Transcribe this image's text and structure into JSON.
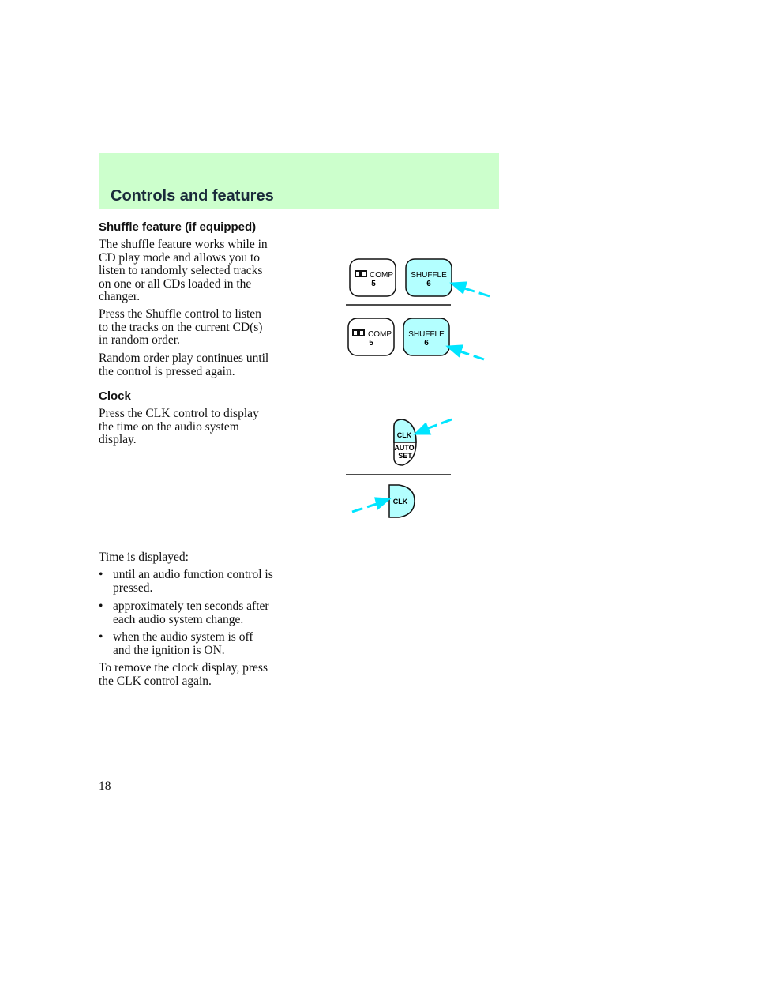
{
  "header": {
    "title": "Controls and features"
  },
  "shuffle": {
    "heading": "Shuffle feature (if equipped)",
    "p1": "The shuffle feature works while in\nCD play mode and allows you to\nlisten to randomly selected tracks\non one or all CDs loaded in the\nchanger.",
    "p2": "Press the Shuffle control to listen\nto the tracks on the current CD(s)\nin random order.",
    "p3": "Random order play continues until\nthe control is pressed again."
  },
  "clock": {
    "heading": "Clock",
    "p1": "Press the CLK control to display\nthe time on the audio system\ndisplay.",
    "intro": "Time is displayed:",
    "bullets": [
      "until an audio function control is\npressed.",
      "approximately ten seconds after\neach audio system change.",
      "when the audio system is off\nand the ignition is ON."
    ],
    "bullet_char": "•",
    "outro": "To remove the clock display, press\nthe CLK control again."
  },
  "diagram": {
    "comp": "COMP",
    "comp_num": "5",
    "shuffle": "SHUFFLE",
    "shuffle_num": "6",
    "clk": "CLK",
    "auto": "AUTO",
    "set": "SET",
    "highlight": "#b3ffff",
    "arrow": "#00e5ff"
  },
  "page_number": "18"
}
